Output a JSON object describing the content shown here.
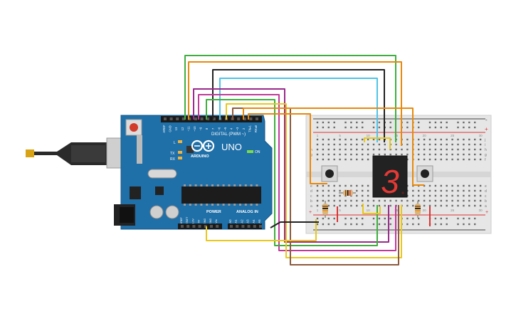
{
  "arduino": {
    "brand": "ARDUINO",
    "model": "UNO",
    "digital_header": "DIGITAL (PWM ~)",
    "power_header": "POWER",
    "analog_header": "ANALOG IN",
    "on_label": "ON",
    "led_l": "L",
    "led_tx": "TX",
    "led_rx": "RX",
    "digital_pins": [
      "AREF",
      "GND",
      "13",
      "12",
      "~11",
      "~10",
      "~9",
      "8",
      "7",
      "~6",
      "~5",
      "4",
      "~3",
      "2",
      "TX▸1",
      "RX◂0"
    ],
    "power_pins": [
      "IOREF",
      "RESET",
      "3.3V",
      "5V",
      "GND",
      "GND",
      "Vin"
    ],
    "analog_pins": [
      "A0",
      "A1",
      "A2",
      "A3",
      "A4",
      "A5"
    ]
  },
  "display": {
    "digit": "3"
  },
  "breadboard": {
    "row_letters_top": [
      "j",
      "i",
      "h",
      "g",
      "f"
    ],
    "row_letters_bottom": [
      "e",
      "d",
      "c",
      "b",
      "a"
    ],
    "column_numbers": [
      "1",
      "5",
      "10",
      "15",
      "20",
      "25",
      "30"
    ],
    "rail_plus": "+",
    "rail_minus": "-"
  },
  "colors": {
    "board": "#1f6fa8",
    "wire_green": "#3fae3f",
    "wire_orange": "#e8890c",
    "wire_black": "#222222",
    "wire_cyan": "#4fc3e8",
    "wire_purple": "#9a2a8c",
    "wire_magenta": "#c03a9a",
    "wire_brown": "#8c5a3c",
    "wire_yellow": "#e8c81c",
    "segment_on": "#e53935",
    "segment_off": "#5a2020"
  }
}
